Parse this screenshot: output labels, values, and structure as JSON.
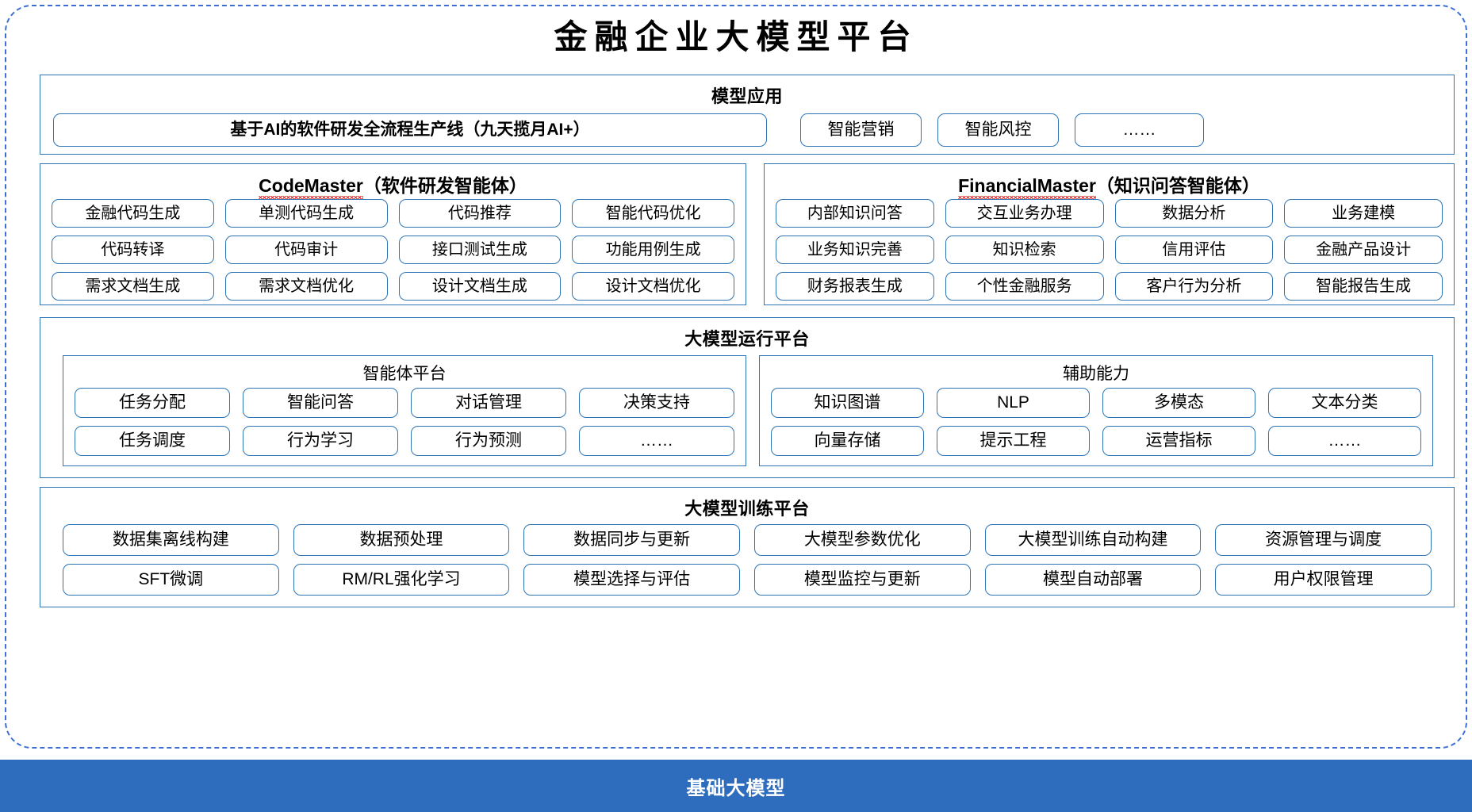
{
  "title": "金融企业大模型平台",
  "colors": {
    "border_blue": "#2e75b6",
    "dashed_blue": "#3b6fd4",
    "base_bar_blue": "#2e6dbe",
    "spellcheck_red": "#e0302b",
    "text_black": "#000000",
    "background": "#ffffff"
  },
  "model_apps": {
    "title": "模型应用",
    "items": [
      "基于AI的软件研发全流程生产线（九天揽月AI+）",
      "智能营销",
      "智能风控",
      "……"
    ]
  },
  "code_master": {
    "name": "CodeMaster",
    "suffix": "（软件研发智能体）",
    "items": [
      "金融代码生成",
      "单测代码生成",
      "代码推荐",
      "智能代码优化",
      "代码转译",
      "代码审计",
      "接口测试生成",
      "功能用例生成",
      "需求文档生成",
      "需求文档优化",
      "设计文档生成",
      "设计文档优化"
    ]
  },
  "financial_master": {
    "name": "FinancialMaster",
    "suffix": "（知识问答智能体）",
    "items": [
      "内部知识问答",
      "交互业务办理",
      "数据分析",
      "业务建模",
      "业务知识完善",
      "知识检索",
      "信用评估",
      "金融产品设计",
      "财务报表生成",
      "个性金融服务",
      "客户行为分析",
      "智能报告生成"
    ]
  },
  "runtime_platform": {
    "title": "大模型运行平台",
    "agent_platform": {
      "title": "智能体平台",
      "items": [
        "任务分配",
        "智能问答",
        "对话管理",
        "决策支持",
        "任务调度",
        "行为学习",
        "行为预测",
        "……"
      ]
    },
    "auxiliary": {
      "title": "辅助能力",
      "items": [
        "知识图谱",
        "NLP",
        "多模态",
        "文本分类",
        "向量存储",
        "提示工程",
        "运营指标",
        "……"
      ]
    }
  },
  "training_platform": {
    "title": "大模型训练平台",
    "items": [
      "数据集离线构建",
      "数据预处理",
      "数据同步与更新",
      "大模型参数优化",
      "大模型训练自动构建",
      "资源管理与调度",
      "SFT微调",
      "RM/RL强化学习",
      "模型选择与评估",
      "模型监控与更新",
      "模型自动部署",
      "用户权限管理"
    ]
  },
  "base_model": {
    "label": "基础大模型"
  }
}
